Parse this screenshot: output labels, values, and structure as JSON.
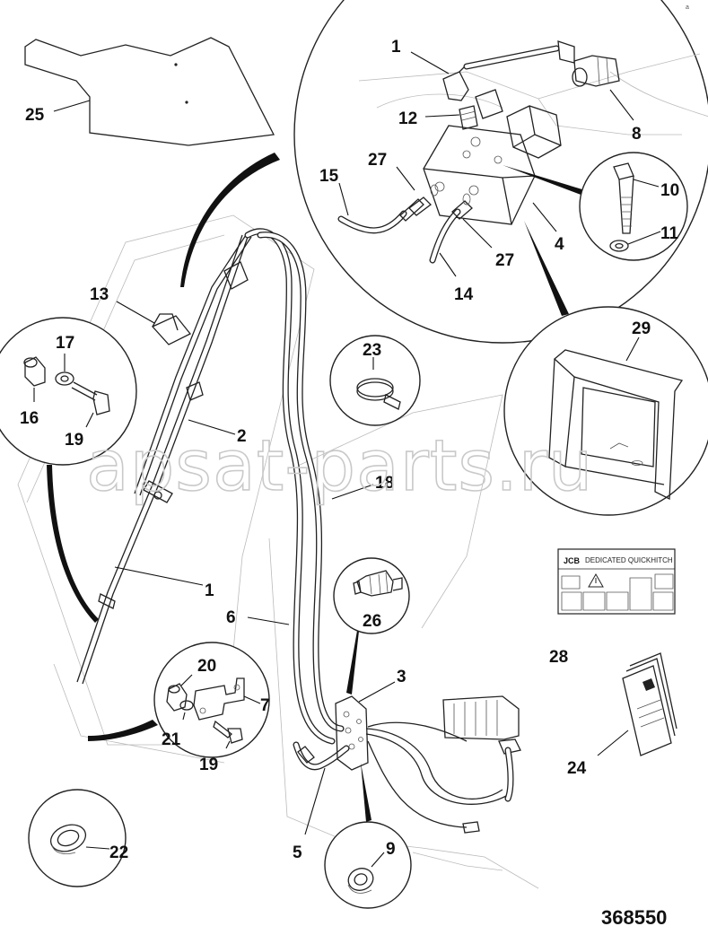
{
  "corner_mark": "a",
  "figure_number": "368550",
  "watermark": "apsat-parts.ru",
  "decal": {
    "brand": "JCB",
    "title": "DEDICATED QUICKHITCH"
  },
  "callouts": {
    "c1_top": "1",
    "c1_mid": "1",
    "c2": "2",
    "c3": "3",
    "c4": "4",
    "c5": "5",
    "c6": "6",
    "c7": "7",
    "c8": "8",
    "c9": "9",
    "c10": "10",
    "c11": "11",
    "c12": "12",
    "c13": "13",
    "c14": "14",
    "c15": "15",
    "c16": "16",
    "c17": "17",
    "c18": "18",
    "c19_a": "19",
    "c19_b": "19",
    "c20": "20",
    "c21": "21",
    "c22": "22",
    "c23": "23",
    "c24": "24",
    "c25": "25",
    "c26": "26",
    "c27_a": "27",
    "c27_b": "27",
    "c28": "28",
    "c29": "29"
  }
}
